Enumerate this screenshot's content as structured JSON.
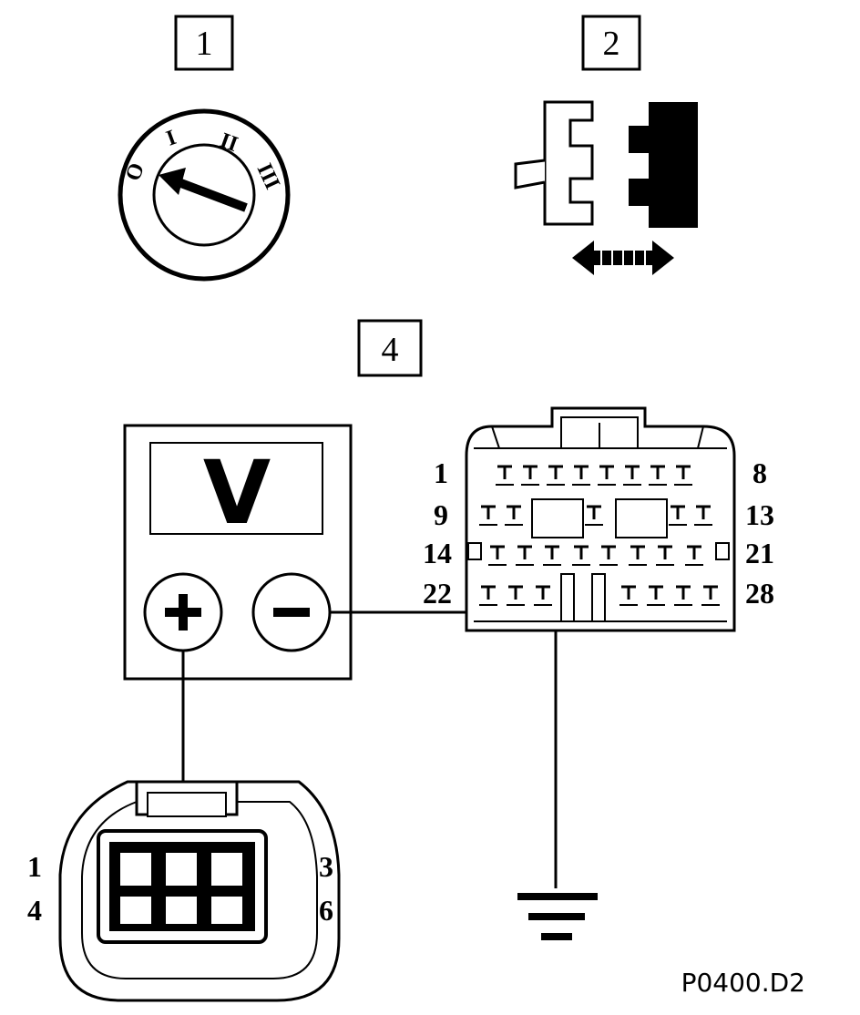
{
  "steps": [
    "1",
    "2",
    "4"
  ],
  "ignition_positions": [
    "O",
    "I",
    "II",
    "III"
  ],
  "voltmeter": {
    "display": "V",
    "plus": "+",
    "minus": "−"
  },
  "ecu_connector": {
    "rows": [
      {
        "left": "1",
        "right": "8"
      },
      {
        "left": "9",
        "right": "13"
      },
      {
        "left": "14",
        "right": "21"
      },
      {
        "left": "22",
        "right": "28"
      }
    ]
  },
  "sensor_connector": {
    "left": [
      "1",
      "4"
    ],
    "right": [
      "3",
      "6"
    ]
  },
  "figure_code": "P0400.D2"
}
